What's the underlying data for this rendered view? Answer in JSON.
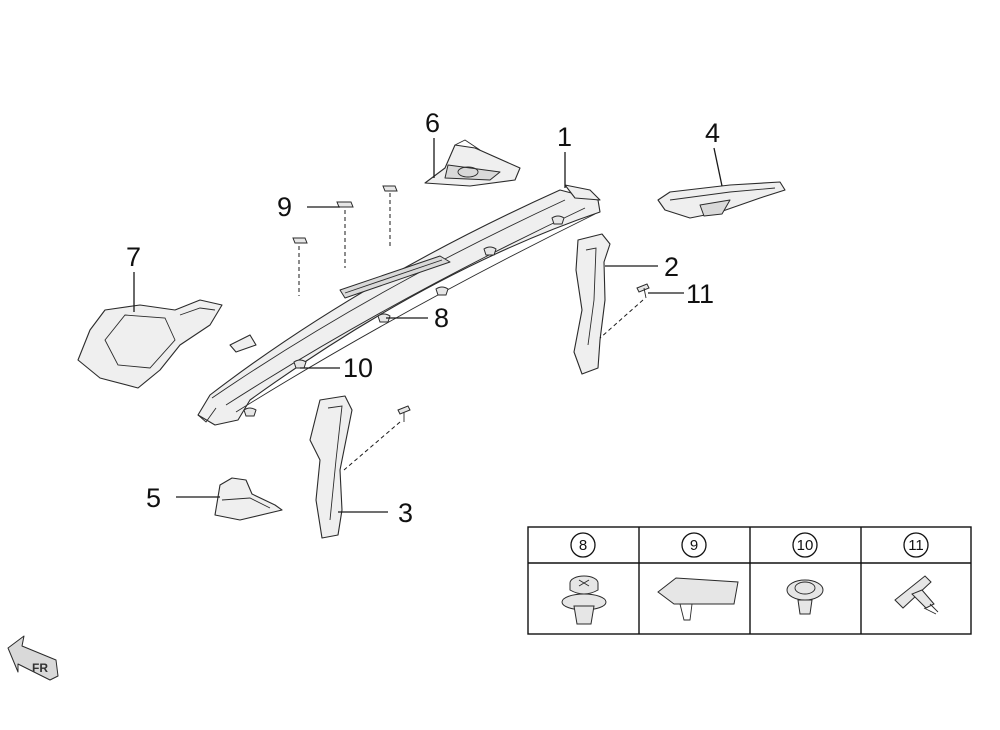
{
  "callouts": {
    "c1": "1",
    "c2": "2",
    "c3": "3",
    "c4": "4",
    "c5": "5",
    "c6": "6",
    "c7": "7",
    "c8": "8",
    "c9": "9",
    "c10": "10",
    "c11": "11"
  },
  "fastener_table": {
    "headers": [
      "8",
      "9",
      "10",
      "11"
    ]
  },
  "direction": {
    "label": "FR"
  }
}
